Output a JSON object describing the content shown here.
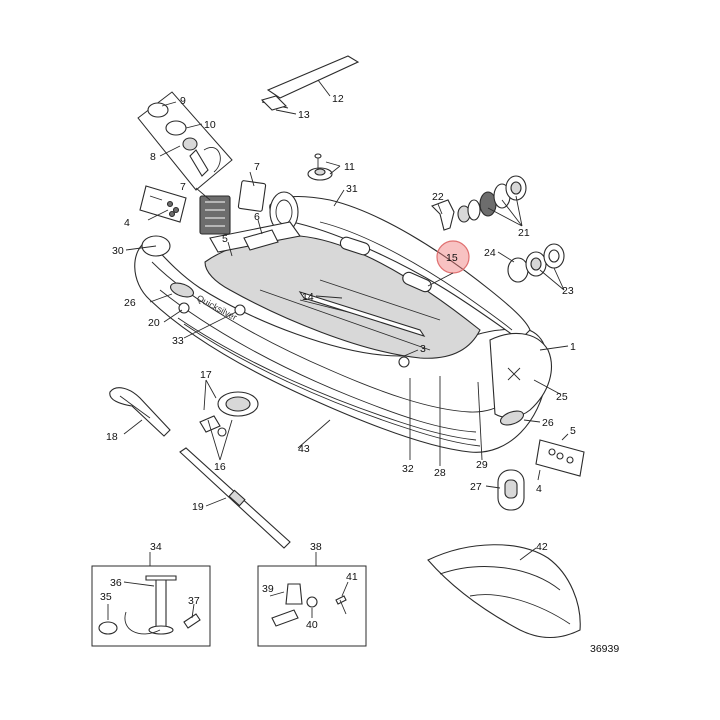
{
  "document_number": "36939",
  "highlighted_callout": "15",
  "highlight_color": "#f08080",
  "callouts": {
    "c1": "1",
    "c3": "3",
    "c4a": "4",
    "c4b": "4",
    "c5a": "5",
    "c5b": "5",
    "c6": "6",
    "c7a": "7",
    "c7b": "7",
    "c8": "8",
    "c9": "9",
    "c10": "10",
    "c11": "11",
    "c12": "12",
    "c13": "13",
    "c14": "14",
    "c15": "15",
    "c16": "16",
    "c17": "17",
    "c18": "18",
    "c19": "19",
    "c20": "20",
    "c21": "21",
    "c22": "22",
    "c23": "23",
    "c24": "24",
    "c25": "25",
    "c26a": "26",
    "c26b": "26",
    "c27": "27",
    "c28": "28",
    "c29": "29",
    "c30": "30",
    "c31": "31",
    "c32": "32",
    "c33": "33",
    "c34": "34",
    "c35": "35",
    "c36": "36",
    "c37": "37",
    "c38": "38",
    "c39": "39",
    "c40": "40",
    "c41": "41",
    "c42": "42",
    "c43": "43"
  },
  "hull_brand_text": "Quicksilver"
}
